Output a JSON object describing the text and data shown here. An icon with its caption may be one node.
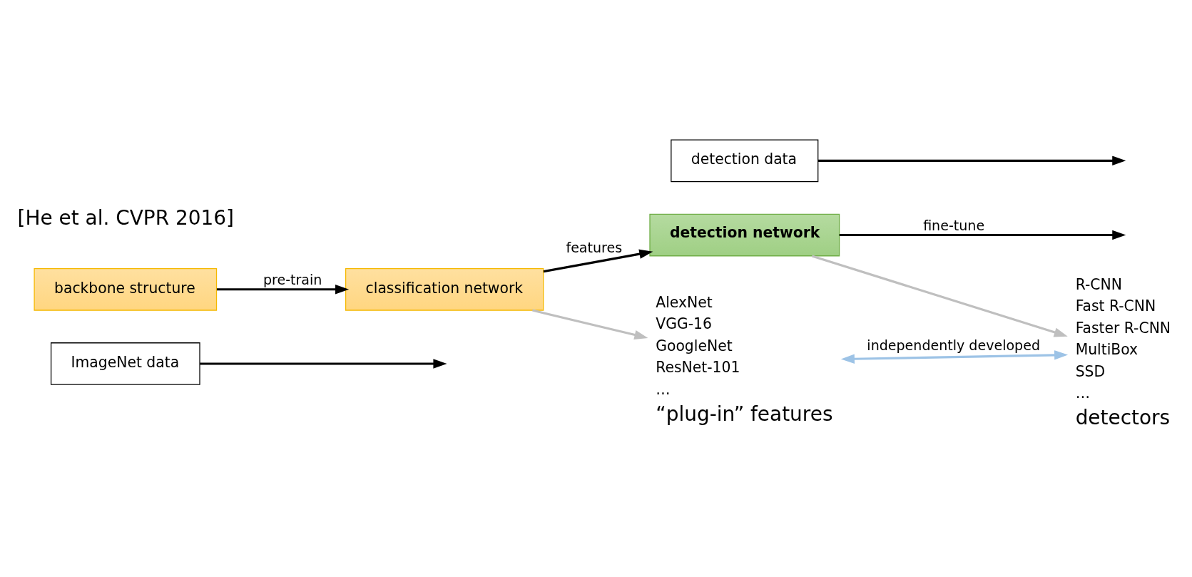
{
  "diagram": {
    "nodes": [
      {
        "text": [
          "ImageNet data"
        ]
      },
      {
        "text": [
          "backbone structure"
        ]
      },
      {
        "text": [
          "classification network"
        ]
      },
      {
        "text": [
          "detection network"
        ]
      },
      {
        "text": [
          "detection data"
        ]
      },
      {
        "text": [
          "AlexNet",
          "VGG-16",
          "GoogleNet",
          "ResNet-101",
          "…"
        ],
        "beside": [
          "“plug-in” features"
        ]
      },
      {
        "text": [
          "R-CNN",
          "Fast R-CNN",
          "Faster R-CNN",
          "MultiBox",
          "SSD",
          "…"
        ],
        "beside": [
          "detectors"
        ]
      }
    ],
    "edges": [
      {
        "from": 1,
        "to": 2,
        "arrow": "to",
        "label": "pre-train"
      },
      {
        "from": 0,
        "to": null,
        "arrow": "to"
      },
      {
        "from": 2,
        "to": 3,
        "arrow": "to",
        "label": "features"
      },
      {
        "from": 3,
        "to": null,
        "arrow": "to",
        "label": "fine-tune"
      },
      {
        "from": 4,
        "to": null,
        "arrow": "to"
      },
      {
        "from": 2,
        "to": 5,
        "arrow": "to",
        "color": "#bfbfbf"
      },
      {
        "from": 3,
        "to": 6,
        "arrow": "to",
        "color": "#bfbfbf"
      },
      {
        "from": 5,
        "to": 6,
        "arrow": "both",
        "label": "independently developed",
        "color": "#9dc3e6"
      }
    ],
    "labels": [
      "[He et al. CVPR 2016]"
    ]
  }
}
